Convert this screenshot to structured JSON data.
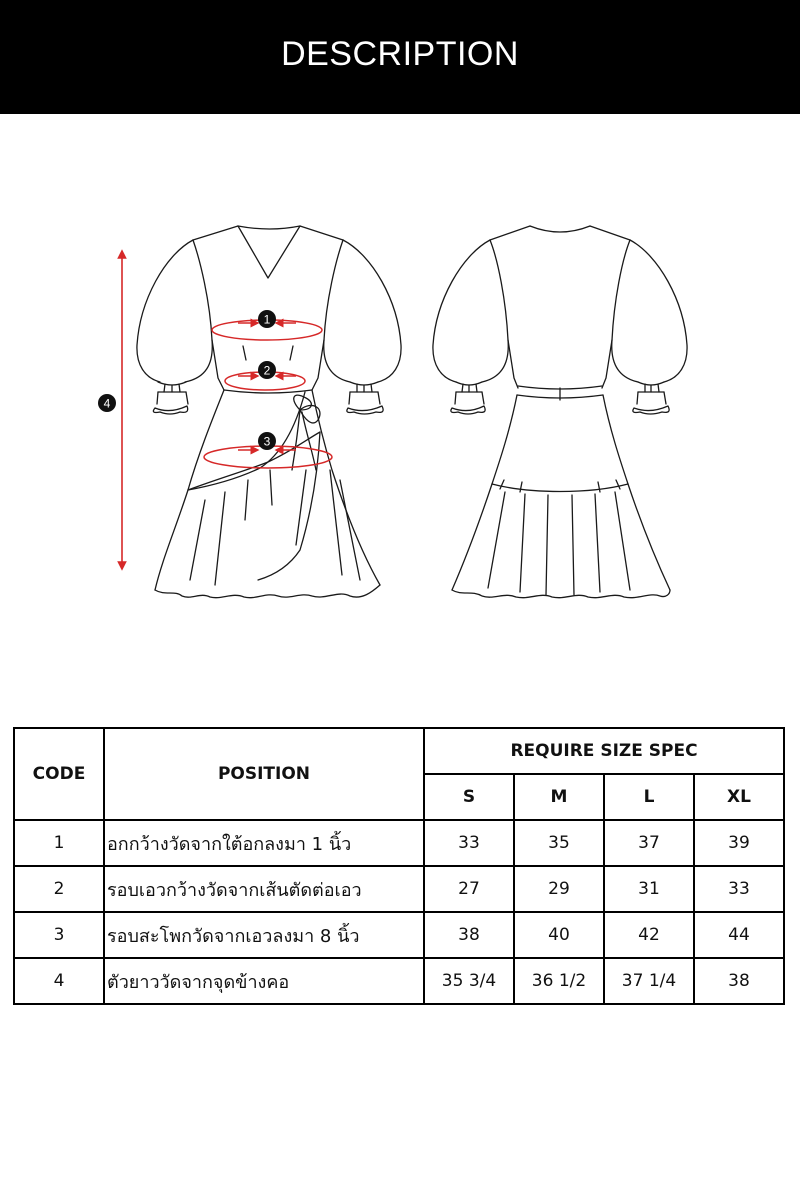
{
  "header": {
    "title": "DESCRIPTION"
  },
  "diagram": {
    "markers": [
      "1",
      "2",
      "3",
      "4"
    ],
    "colors": {
      "arrow": "#d62828",
      "outline": "#1a1a1a",
      "marker": "#111111"
    }
  },
  "table": {
    "code_header": "CODE",
    "position_header": "POSITION",
    "spec_header": "REQUIRE SIZE SPEC",
    "sizes": [
      "S",
      "M",
      "L",
      "XL"
    ],
    "rows": [
      {
        "code": "1",
        "position": "อกกว้างวัดจากใต้อกลงมา 1 นิ้ว",
        "values": [
          "33",
          "35",
          "37",
          "39"
        ]
      },
      {
        "code": "2",
        "position": "รอบเอวกว้างวัดจากเส้นตัดต่อเอว",
        "values": [
          "27",
          "29",
          "31",
          "33"
        ]
      },
      {
        "code": "3",
        "position": "รอบสะโพกวัดจากเอวลงมา 8 นิ้ว",
        "values": [
          "38",
          "40",
          "42",
          "44"
        ]
      },
      {
        "code": "4",
        "position": "ตัวยาววัดจากจุดข้างคอ",
        "values": [
          "35 3/4",
          "36 1/2",
          "37 1/4",
          "38"
        ]
      }
    ]
  }
}
